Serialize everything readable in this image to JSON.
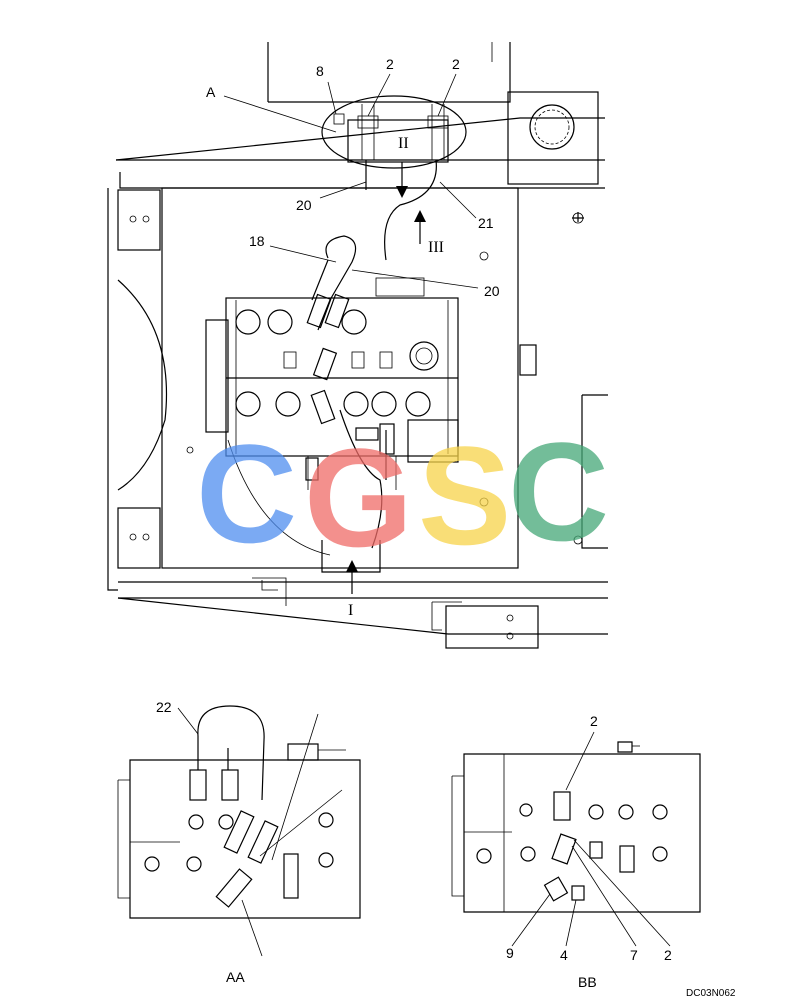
{
  "labels": {
    "a": "A",
    "l8": "8",
    "l2a": "2",
    "l2b": "2",
    "l20a": "20",
    "l21": "21",
    "l18": "18",
    "l20b": "20",
    "r2": "II",
    "r3": "III",
    "r1": "I",
    "l22": "22",
    "aa": "AA",
    "bb": "BB",
    "bb2top": "2",
    "bb9": "9",
    "bb4": "4",
    "bb7": "7",
    "bb2bot": "2",
    "code": "DC03N062"
  },
  "watermark": {
    "letters": [
      "C",
      "G",
      "S",
      "C"
    ],
    "colors": [
      "#4f8ef0",
      "#ef6b67",
      "#f7d44a",
      "#45a877"
    ]
  }
}
